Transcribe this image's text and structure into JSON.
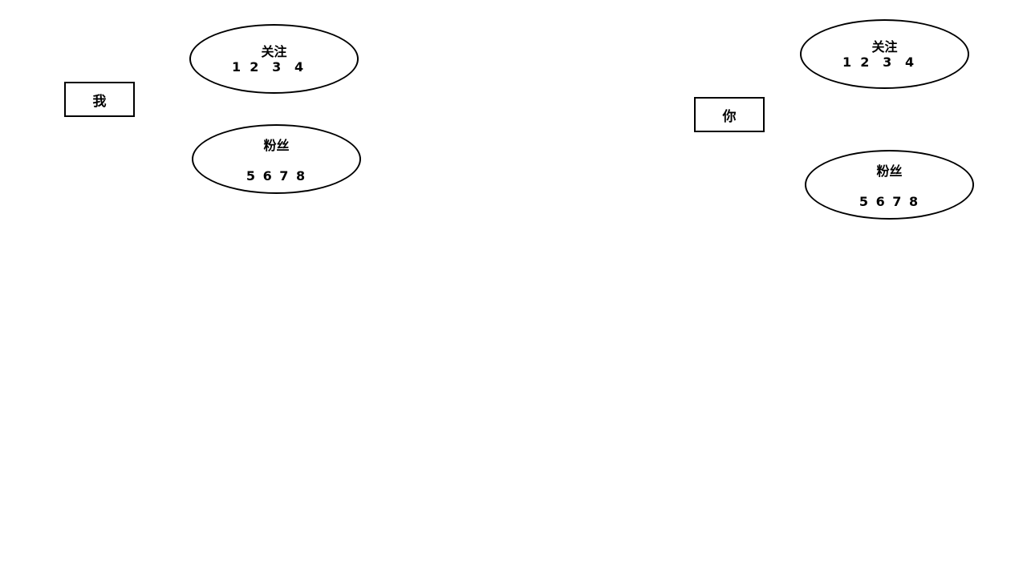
{
  "diagram": {
    "me": {
      "label": "我",
      "following": {
        "title": "关注",
        "numbers": "1  2   3   4"
      },
      "fans": {
        "title": "粉丝",
        "numbers": "5 6 7 8"
      }
    },
    "you": {
      "label": "你",
      "following": {
        "title": "关注",
        "numbers": "1  2   3   4"
      },
      "fans": {
        "title": "粉丝",
        "numbers": "5 6 7 8"
      }
    }
  }
}
